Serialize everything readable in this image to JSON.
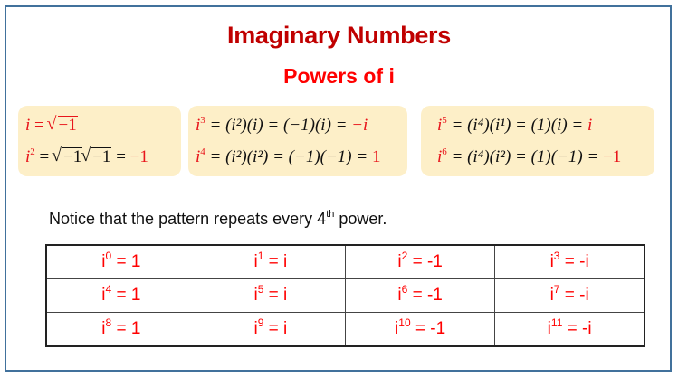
{
  "header": {
    "title": "Imaginary Numbers",
    "subtitle": "Powers of i"
  },
  "colors": {
    "title": "#c00000",
    "subtitle": "#ff0000",
    "accent_red": "#e8151b",
    "box_background": "#fdefc8",
    "frame_border": "#41719c"
  },
  "derivations": {
    "box1": {
      "line1": {
        "lhs": "i",
        "eq": "=",
        "rad": "−1"
      },
      "line2": {
        "lhs": "i",
        "exp": "2",
        "eq": "=",
        "rad1": "−1",
        "rad2": "−1",
        "eq2": "=",
        "result": "−1"
      }
    },
    "box2": {
      "line1": {
        "lhs": "i",
        "exp": "3",
        "text": "= (i²)(i) = (−1)(i) =",
        "result": "−i"
      },
      "line2": {
        "lhs": "i",
        "exp": "4",
        "text": "= (i²)(i²) = (−1)(−1) =",
        "result": "1"
      }
    },
    "box3": {
      "line1": {
        "lhs": "i",
        "exp": "5",
        "text": "= (i⁴)(i¹) = (1)(i) =",
        "result": "i"
      },
      "line2": {
        "lhs": "i",
        "exp": "6",
        "text": "= (i⁴)(i²) = (1)(−1) =",
        "result": "−1"
      }
    }
  },
  "notice": {
    "before": "Notice that the pattern repeats every 4",
    "sup": "th",
    "after": " power."
  },
  "table": {
    "rows": [
      [
        {
          "base": "i",
          "exp": "0",
          "value": " = 1"
        },
        {
          "base": "i",
          "exp": "1",
          "value": " = i"
        },
        {
          "base": "i",
          "exp": "2",
          "value": " = -1"
        },
        {
          "base": "i",
          "exp": "3",
          "value": " = -i"
        }
      ],
      [
        {
          "base": "i",
          "exp": "4",
          "value": " = 1"
        },
        {
          "base": "i",
          "exp": "5",
          "value": " = i"
        },
        {
          "base": "i",
          "exp": "6",
          "value": " = -1"
        },
        {
          "base": "i",
          "exp": "7",
          "value": " = -i"
        }
      ],
      [
        {
          "base": "i",
          "exp": "8",
          "value": " = 1"
        },
        {
          "base": "i",
          "exp": "9",
          "value": " = i"
        },
        {
          "base": "i",
          "exp": "10",
          "value": " = -1"
        },
        {
          "base": "i",
          "exp": "11",
          "value": " = -i"
        }
      ]
    ]
  }
}
